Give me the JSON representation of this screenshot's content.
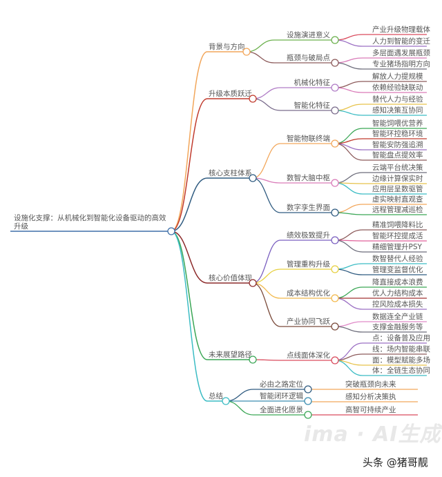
{
  "root": {
    "label": "设施化支撑：从机械化到智能化设备驱动的高效升级",
    "color": "#3f6fa8"
  },
  "branches": [
    {
      "label": "背景与方向",
      "color": "#f2a65a",
      "children": [
        {
          "label": "设施演进意义",
          "color": "#6ab04c",
          "children": [
            {
              "label": "产业升级物理载体",
              "color": "#d94a5c"
            },
            {
              "label": "人力到智能的变迁",
              "color": "#9b6fc3"
            }
          ]
        },
        {
          "label": "瓶颈与破局点",
          "color": "#8c5a5a",
          "children": [
            {
              "label": "多层面遇发展瓶颈",
              "color": "#d97ab8"
            },
            {
              "label": "专业猪场指明方向",
              "color": "#6c6c7a"
            }
          ]
        }
      ]
    },
    {
      "label": "升级本质跃迁",
      "color": "#c0392b",
      "children": [
        {
          "label": "机械化特征",
          "color": "#b07cc6",
          "children": [
            {
              "label": "解放人力提规模",
              "color": "#8c5a5a"
            },
            {
              "label": "依赖经验缺联动",
              "color": "#d97ab8"
            }
          ]
        },
        {
          "label": "智能化特征",
          "color": "#7a6c8c",
          "children": [
            {
              "label": "替代人力与经验",
              "color": "#e6c24a"
            },
            {
              "label": "感知决策互协同",
              "color": "#3bbcc4"
            }
          ]
        }
      ]
    },
    {
      "label": "核心支柱体系",
      "color": "#2f5b80",
      "children": [
        {
          "label": "智能物联终端",
          "color": "#f2a65a",
          "children": [
            {
              "label": "智能饲喂优营养",
              "color": "#3aa655"
            },
            {
              "label": "智能环控稳环境",
              "color": "#c0392b"
            },
            {
              "label": "智能安防强追溯",
              "color": "#9b6fc3"
            },
            {
              "label": "智能盘点提效率",
              "color": "#8c5a5a"
            }
          ]
        },
        {
          "label": "数智大脑中枢",
          "color": "#d97ab8",
          "children": [
            {
              "label": "云端平台统决策",
              "color": "#6c6c7a"
            },
            {
              "label": "边缘计算保实时",
              "color": "#e6c24a"
            },
            {
              "label": "应用层呈数驱管",
              "color": "#3bbcc4"
            }
          ]
        },
        {
          "label": "数字孪生界面",
          "color": "#2f5b80",
          "children": [
            {
              "label": "虚实映射直观查",
              "color": "#f2a65a"
            },
            {
              "label": "远程管理减巡检",
              "color": "#3aa655"
            }
          ]
        }
      ]
    },
    {
      "label": "核心价值体现",
      "color": "#8c2a2a",
      "children": [
        {
          "label": "绩效极致提升",
          "color": "#7a5fc0",
          "children": [
            {
              "label": "精准饲喂降料比",
              "color": "#8c5a5a"
            },
            {
              "label": "智能环控提成活",
              "color": "#e0609a"
            },
            {
              "label": "精细管理升PSY",
              "color": "#6c6c7a"
            }
          ]
        },
        {
          "label": "管理重构升级",
          "color": "#e6d040",
          "children": [
            {
              "label": "数智替代人经验",
              "color": "#3bbcc4"
            },
            {
              "label": "管理变监督优化",
              "color": "#2f5b80"
            }
          ]
        },
        {
          "label": "成本结构优化",
          "color": "#f2b84a",
          "children": [
            {
              "label": "降直接成本浪费",
              "color": "#3aa655"
            },
            {
              "label": "优人力结构成本",
              "color": "#a03030"
            },
            {
              "label": "控风险成本损失",
              "color": "#9b6fc3"
            }
          ]
        },
        {
          "label": "产业协同飞跃",
          "color": "#7a4a3a",
          "children": [
            {
              "label": "数据连全产业链",
              "color": "#e08ac8"
            },
            {
              "label": "支撑金融服务等",
              "color": "#6c6c7a"
            }
          ]
        }
      ]
    },
    {
      "label": "未来展望路径",
      "color": "#3aa655",
      "children": [
        {
          "label": "点线面体深化",
          "color": "#d94a5c",
          "children": [
            {
              "label": "点：设备普及应用",
              "color": "#9b6fc3"
            },
            {
              "label": "线：场内智能串联",
              "color": "#8c5a5a"
            },
            {
              "label": "面：模型赋能多场",
              "color": "#e6c24a"
            },
            {
              "label": "体：全链生态协同",
              "color": "#3bbcc4"
            }
          ]
        }
      ]
    },
    {
      "label": "总结",
      "color": "#3bbcc4",
      "children": [
        {
          "label": "必由之路定位",
          "color": "#2f5b80",
          "children": [
            {
              "label": "突破瓶颈向未来",
              "color": "#f2a65a"
            }
          ]
        },
        {
          "label": "智能闭环逻辑",
          "color": "#3a8cb0",
          "children": [
            {
              "label": "感知分析决策执",
              "color": "#f2a65a"
            }
          ]
        },
        {
          "label": "全面进化愿景",
          "color": "#3aa655",
          "children": [
            {
              "label": "高智可持续产业",
              "color": "#d94a5c"
            }
          ]
        }
      ]
    }
  ],
  "watermark": "ima · AI生成",
  "credit": "头条 @猪哥靓"
}
